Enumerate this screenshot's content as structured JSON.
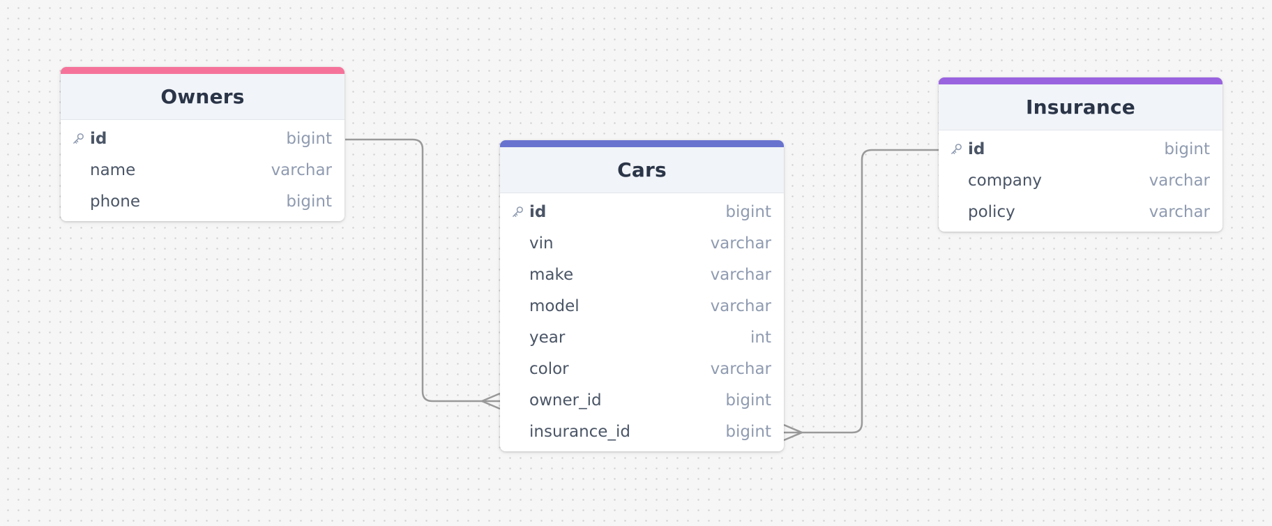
{
  "colors": {
    "owners_accent": "#f5739b",
    "cars_accent": "#6873cf",
    "insurance_accent": "#9963e0",
    "connector": "#999999",
    "canvas_bg": "#f6f6f6"
  },
  "tables": {
    "owners": {
      "title": "Owners",
      "columns": [
        {
          "name": "id",
          "type": "bigint",
          "primary_key": true
        },
        {
          "name": "name",
          "type": "varchar",
          "primary_key": false
        },
        {
          "name": "phone",
          "type": "bigint",
          "primary_key": false
        }
      ]
    },
    "cars": {
      "title": "Cars",
      "columns": [
        {
          "name": "id",
          "type": "bigint",
          "primary_key": true
        },
        {
          "name": "vin",
          "type": "varchar",
          "primary_key": false
        },
        {
          "name": "make",
          "type": "varchar",
          "primary_key": false
        },
        {
          "name": "model",
          "type": "varchar",
          "primary_key": false
        },
        {
          "name": "year",
          "type": "int",
          "primary_key": false
        },
        {
          "name": "color",
          "type": "varchar",
          "primary_key": false
        },
        {
          "name": "owner_id",
          "type": "bigint",
          "primary_key": false
        },
        {
          "name": "insurance_id",
          "type": "bigint",
          "primary_key": false
        }
      ]
    },
    "insurance": {
      "title": "Insurance",
      "columns": [
        {
          "name": "id",
          "type": "bigint",
          "primary_key": true
        },
        {
          "name": "company",
          "type": "varchar",
          "primary_key": false
        },
        {
          "name": "policy",
          "type": "varchar",
          "primary_key": false
        }
      ]
    }
  },
  "relationships": [
    {
      "from_table": "Owners",
      "from_column": "id",
      "to_table": "Cars",
      "to_column": "owner_id",
      "cardinality": "one-to-many"
    },
    {
      "from_table": "Insurance",
      "from_column": "id",
      "to_table": "Cars",
      "to_column": "insurance_id",
      "cardinality": "one-to-many"
    }
  ],
  "icons": {
    "primary_key": "key-icon"
  }
}
